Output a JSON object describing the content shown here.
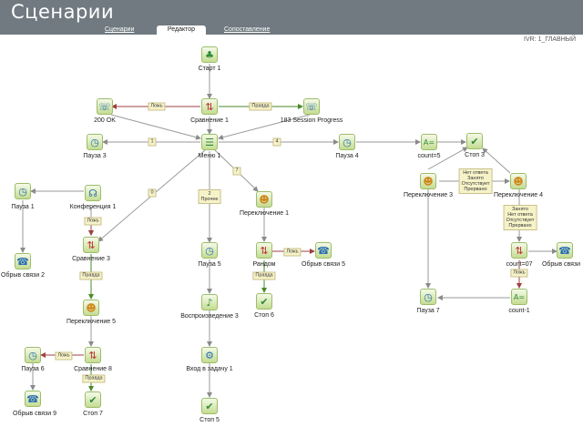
{
  "app": {
    "title": "Сценарии",
    "ivr_label": "IVR: 1_ГЛАВНЫЙ"
  },
  "tabs": {
    "scenarios": "Сценарии",
    "editor": "Редактор",
    "mapping": "Сопоставление"
  },
  "nodes": {
    "start": "Старт 1",
    "compare1": "Сравнение 1",
    "ok200": "200 OK",
    "progress183": "183 Session Progress",
    "pause3": "Пауза 3",
    "menu1": "Меню 1",
    "pause4": "Пауза 4",
    "count5": "count=5",
    "stop3": "Стоп 3",
    "pause1": "Пауза 1",
    "conf1": "Конференция 1",
    "switch1": "Переключение 1",
    "switch3": "Переключение 3",
    "switch4": "Переключение 4",
    "drop2": "Обрыв связи 2",
    "compare3": "Сравнение 3",
    "pause5": "Пауза 5",
    "random": "Рандом",
    "drop5": "Обрыв связи 5",
    "count07": "count=07",
    "drop_link": "Обрыв связи",
    "switch5": "Переключение 5",
    "playback3": "Воспроизведение 3",
    "stop6": "Стоп 6",
    "pause7": "Пауза 7",
    "count1": "count-1",
    "pause6": "Пауза 6",
    "compare8": "Сравнение 8",
    "task1": "Вход в задачу 1",
    "drop9": "Обрыв связи 9",
    "stop7": "Стоп 7",
    "stop5": "Стоп 5"
  },
  "edges": {
    "false": "Ложь",
    "true": "Правда",
    "one": "1",
    "four": "4",
    "zero": "0",
    "seven": "7",
    "other": "2\nПрочее",
    "statuses1": "Нет ответа\nЗанято\nОтсутствует\nПрервано",
    "statuses2": "Занято\nНет ответа\nОтсутствует\nПрервано"
  },
  "icons": {
    "start": "person-icon",
    "compare": "compare-icon",
    "phone": "phone-icon",
    "pause": "clock-icon",
    "menu": "menu-icon",
    "counter": "counter-icon",
    "stop": "check-icon",
    "conference": "conference-icon",
    "switch": "operator-icon",
    "drop": "hangup-icon",
    "play": "note-icon",
    "task": "gear-icon",
    "random": "random-icon"
  },
  "colors": {
    "header": "#707a80",
    "node_border": "#9dbd6a",
    "false_edge": "#a04040",
    "true_edge": "#4a8a2a",
    "edge": "#9a9a9a"
  }
}
